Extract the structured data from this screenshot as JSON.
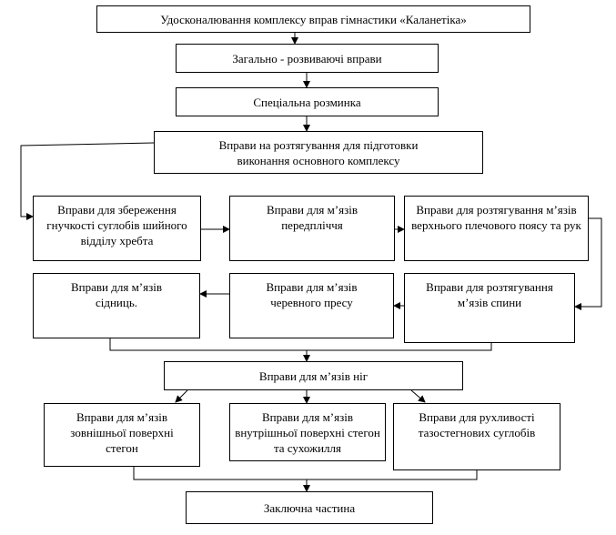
{
  "diagram": {
    "title": "Удосконалювання комплексу вправ гімнастики «Каланетіка»",
    "general": "Загально - розвиваючі вправи",
    "special": "Спеціальна розминка",
    "stretch_prep": "Вправи на розтягування для підготовки виконання основного комплексу",
    "row1": {
      "neck": "Вправи для збереження гнучкості суглобів шийного відділу хребта",
      "forearm": "Вправи для м’язів передпліччя",
      "shoulder": "Вправи для розтягування м’язів верхнього плечового поясу та рук"
    },
    "row2": {
      "back": "Вправи для розтягування м’язів спини",
      "abs": "Вправи для м’язів черевного пресу",
      "glutes": "Вправи для м’язів сідниць."
    },
    "legs": "Вправи для м’язів ніг",
    "row3": {
      "outer_thigh": "Вправи для м’язів зовнішньої поверхні стегон",
      "inner_thigh": "Вправи для м’язів внутрішньої поверхні стегон та сухожилля",
      "hip": "Вправи для рухливості тазостегнових суглобів"
    },
    "final": "Заключна частина"
  }
}
